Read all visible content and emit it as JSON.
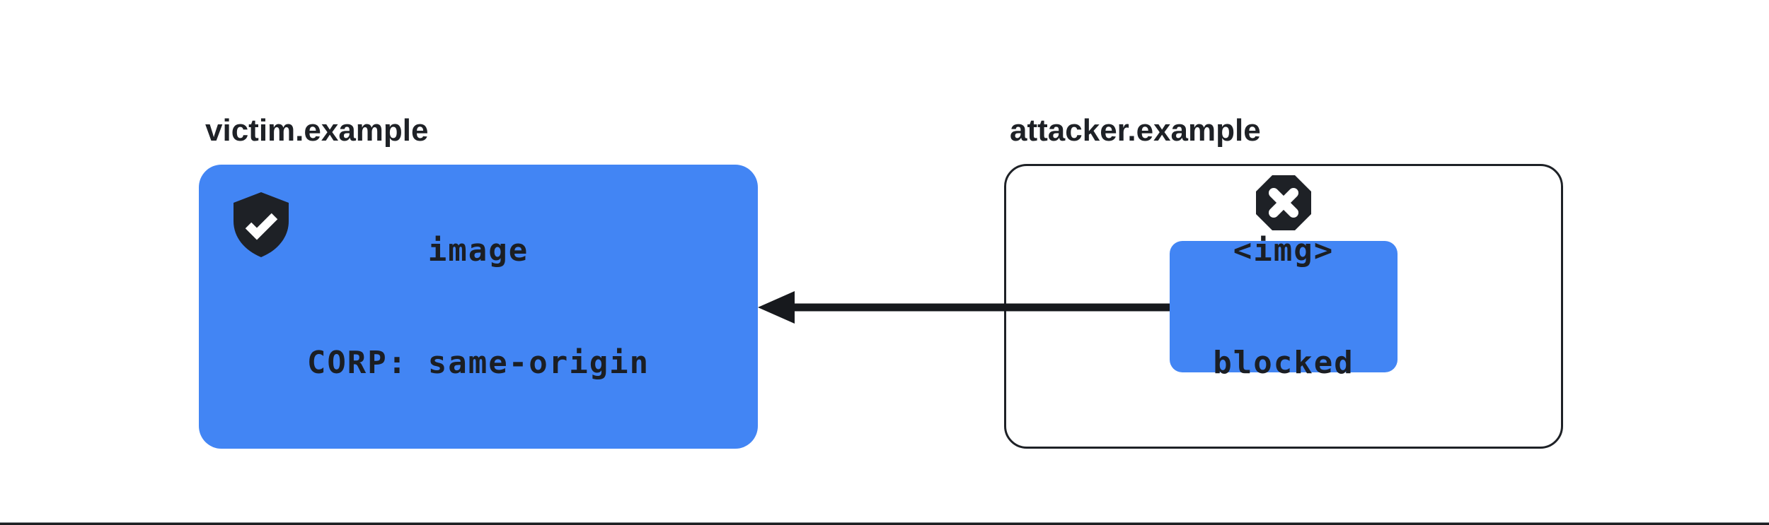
{
  "diagram": {
    "title_context": "CORP same-origin blocks cross-origin image embedding",
    "victim": {
      "label": "victim.example",
      "resource_line1": "image",
      "resource_line2": "CORP: same-origin",
      "icon": "shield-check-icon"
    },
    "attacker": {
      "label": "attacker.example",
      "blocked_line1": "<img>",
      "blocked_line2": "blocked",
      "icon": "octagon-x-icon"
    },
    "arrow": {
      "direction": "right-to-left",
      "from": "attacker blocked img box",
      "to": "victim image resource"
    },
    "colors": {
      "accent_blue": "#4285F4",
      "ink": "#1E2126",
      "background": "#FFFFFF",
      "divider": "#1C1E21"
    }
  }
}
